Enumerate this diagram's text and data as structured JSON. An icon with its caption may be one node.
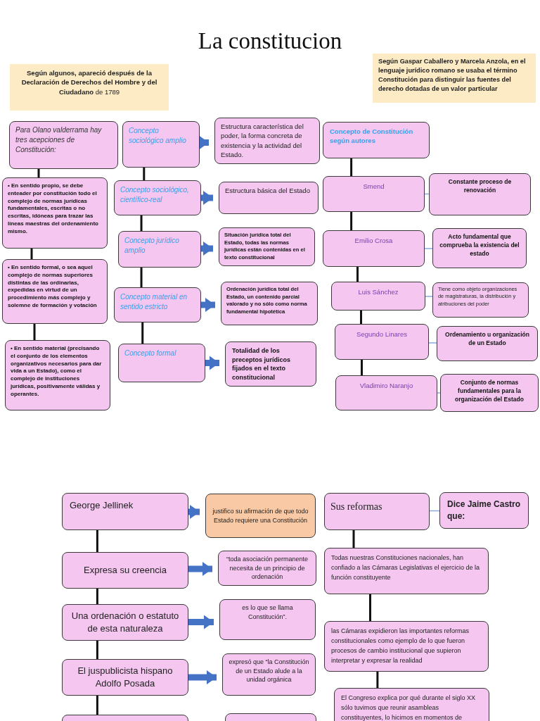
{
  "diagram": {
    "title": "La constitucion",
    "nodes": [
      {
        "text": [
          "**Según algunos, apareció después de la Declaración de Derechos del Hombre y del Ciudadano** de 1789"
        ]
      },
      {
        "text": [
          "Según Gaspar Caballero y Marcela Anzola, en el lenguaje jurídico romano se usaba el término Constitución para distinguir las fuentes del derecho dotadas de un valor particular"
        ]
      },
      {
        "text": [
          "Para Olano valderrama hay tres acepciones de Constitución:"
        ]
      },
      {
        "text": [
          "• En sentido propio, se debe enteader por constitución todo el complejo de normas jurídicas fundamentales, escritas o no escritas, idóneas para trazar las líneas maestras del ordenamiento mismo."
        ]
      },
      {
        "text": [
          "• En sentido formal, o sea aquel complejo de normas superiores distintas de las ordinarias, expedidas en virtud de un procedimiento más complejo y solemne de formación y votación"
        ]
      },
      {
        "text": [
          "• En sentido material (precisando el conjunto de los elementos organizativos necesarios para dar vida a un Estado), como el complejo de instituciones jurídicas, positivamente válidas y operantes."
        ]
      },
      {
        "text": [
          "Concepto sociológico amplio"
        ]
      },
      {
        "text": [
          "Estructura característica del poder, la forma concreta de existencia y la actividad del Estado."
        ]
      },
      {
        "text": [
          "Concepto sociológico, científico-real"
        ]
      },
      {
        "text": [
          "Estructura básica del Estado"
        ]
      },
      {
        "text": [
          "Concepto jurídico amplio"
        ]
      },
      {
        "text": [
          "Situación jurídica total del Estado, todas las normas jurídicas están contenidas en el texto constitucional"
        ]
      },
      {
        "text": [
          "Concepto material en sentido estricto"
        ]
      },
      {
        "text": [
          "Ordenación jurídica total del Estado, un contenido parcial valorado y no sólo como norma fundamental hipotética"
        ]
      },
      {
        "text": [
          "Concepto formal"
        ]
      },
      {
        "text": [
          "Totalidad de los preceptos jurídicos fijados en el texto constitucional"
        ]
      },
      {
        "text": [
          "Concepto de Constitución según autores"
        ]
      },
      {
        "text": [
          "Smend"
        ]
      },
      {
        "text": [
          "Constante proceso de renovación"
        ]
      },
      {
        "text": [
          "Emilio Crosa"
        ]
      },
      {
        "text": [
          "Acto fundamental que comprueba la existencia del estado"
        ]
      },
      {
        "text": [
          "Luis Sánchez"
        ]
      },
      {
        "text": [
          "Tiene como objeto organizaciones de magistraturas, la distribución y atribuciones del poder"
        ]
      },
      {
        "text": [
          "Segundo Linares"
        ]
      },
      {
        "text": [
          "Ordenamiento u organización de un Estado"
        ]
      },
      {
        "text": [
          "Vladimiro Naranjo"
        ]
      },
      {
        "text": [
          "Conjunto de normas fundamentales para la organización del Estado"
        ]
      },
      {
        "text": [
          "George Jellinek"
        ]
      },
      {
        "text": [
          "justifico su afirmación de que todo Estado requiere una Constitución"
        ]
      },
      {
        "text": [
          "Expresa su creencia"
        ]
      },
      {
        "text": [
          "“toda asociación permanente necesita de un principio de ordenación"
        ]
      },
      {
        "text": [
          "Una ordenación o estatuto de esta naturaleza"
        ]
      },
      {
        "text": [
          "es lo que se llama Constitución”."
        ]
      },
      {
        "text": [
          "El juspublicista hispano Adolfo Posada"
        ]
      },
      {
        "text": [
          "expresó que “la Constitución de un Estado alude a la unidad orgánica"
        ]
      },
      {
        "text": [],
        "shape": "box"
      },
      {
        "text": [],
        "shape": "box"
      },
      {
        "text": [
          "Sus reformas"
        ]
      },
      {
        "text": [
          "Dice Jaime Castro que:"
        ]
      },
      {
        "text": [
          "Todas nuestras Constituciones nacionales, han confiado a las Cámaras Legislativas el ejercicio de la función constituyente"
        ]
      },
      {
        "text": [
          "las Cámaras expidieron las importantes reformas constitucionales como ejemplo de lo que fueron procesos de cambio institucional que supieron interpretar y expresar la realidad"
        ]
      },
      {
        "text": [
          "El Congreso explica por qué durante el siglo XX sólo tuvimos que reunir asambleas constituyentes, lo hicimos en momentos de"
        ]
      }
    ],
    "edges": [
      {
        "from": 2,
        "to": 3,
        "arrow": "none"
      },
      {
        "from": 3,
        "to": 4,
        "arrow": "none"
      },
      {
        "from": 4,
        "to": 5,
        "arrow": "none"
      },
      {
        "from": 6,
        "to": 7,
        "arrow": "to",
        "style": "thick",
        "color": "#4472c4"
      },
      {
        "from": 6,
        "to": 8,
        "arrow": "none"
      },
      {
        "from": 8,
        "to": 9,
        "arrow": "to",
        "style": "thick",
        "color": "#4472c4"
      },
      {
        "from": 8,
        "to": 10,
        "arrow": "none"
      },
      {
        "from": 10,
        "to": 11,
        "arrow": "to",
        "style": "thick",
        "color": "#4472c4"
      },
      {
        "from": 10,
        "to": 12,
        "arrow": "none"
      },
      {
        "from": 12,
        "to": 13,
        "arrow": "to",
        "style": "thick",
        "color": "#4472c4"
      },
      {
        "from": 12,
        "to": 14,
        "arrow": "none"
      },
      {
        "from": 14,
        "to": 15,
        "arrow": "to",
        "style": "thick",
        "color": "#4472c4"
      },
      {
        "from": 16,
        "to": 17,
        "arrow": "none"
      },
      {
        "from": 17,
        "to": 18,
        "arrow": "none",
        "color": "#8eaadb"
      },
      {
        "from": 17,
        "to": 19,
        "arrow": "none"
      },
      {
        "from": 19,
        "to": 20,
        "arrow": "none",
        "color": "#8eaadb"
      },
      {
        "from": 19,
        "to": 21,
        "arrow": "none"
      },
      {
        "from": 21,
        "to": 22,
        "arrow": "none",
        "color": "#8eaadb"
      },
      {
        "from": 21,
        "to": 23,
        "arrow": "none"
      },
      {
        "from": 23,
        "to": 24,
        "arrow": "none",
        "color": "#8eaadb"
      },
      {
        "from": 23,
        "to": 25,
        "arrow": "none"
      },
      {
        "from": 25,
        "to": 26,
        "arrow": "none",
        "color": "#8eaadb"
      },
      {
        "from": 27,
        "to": 28,
        "arrow": "to",
        "style": "thick",
        "color": "#4472c4"
      },
      {
        "from": 27,
        "to": 29,
        "arrow": "none"
      },
      {
        "from": 29,
        "to": 30,
        "arrow": "to",
        "style": "thick",
        "color": "#4472c4"
      },
      {
        "from": 29,
        "to": 31,
        "arrow": "none"
      },
      {
        "from": 31,
        "to": 32,
        "arrow": "to",
        "style": "thick",
        "color": "#4472c4"
      },
      {
        "from": 31,
        "to": 33,
        "arrow": "none"
      },
      {
        "from": 33,
        "to": 34,
        "arrow": "to",
        "style": "thick",
        "color": "#4472c4"
      },
      {
        "from": 33,
        "to": 35,
        "arrow": "none"
      },
      {
        "from": 37,
        "to": 38,
        "arrow": "none",
        "color": "#8eaadb"
      },
      {
        "from": 37,
        "to": 39,
        "arrow": "none"
      },
      {
        "from": 39,
        "to": 40,
        "arrow": "none"
      },
      {
        "from": 40,
        "to": 41,
        "arrow": "none"
      }
    ]
  }
}
